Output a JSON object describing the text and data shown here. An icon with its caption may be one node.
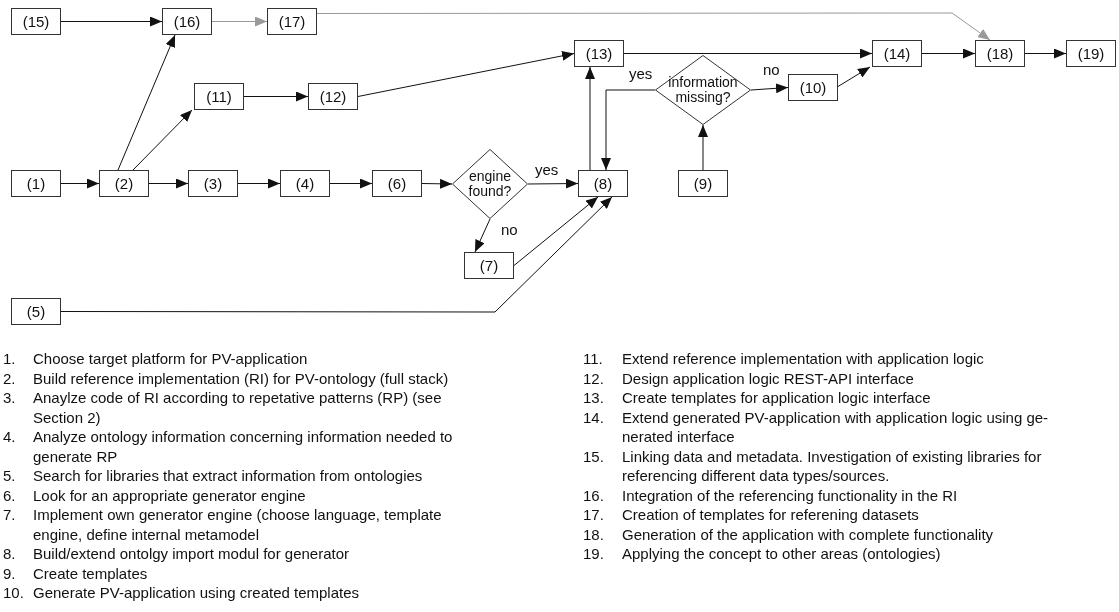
{
  "diagram": {
    "nodes": [
      {
        "text": [
          "(15)"
        ]
      },
      {
        "text": [
          "(16)"
        ]
      },
      {
        "text": [
          "(17)"
        ]
      },
      {
        "text": [
          "(13)"
        ]
      },
      {
        "text": [
          "(14)"
        ]
      },
      {
        "text": [
          "(18)"
        ]
      },
      {
        "text": [
          "(19)"
        ]
      },
      {
        "text": [
          "(11)"
        ]
      },
      {
        "text": [
          "(12)"
        ]
      },
      {
        "text": [
          "information missing?"
        ]
      },
      {
        "text": [
          "(10)"
        ]
      },
      {
        "text": [
          "(1)"
        ]
      },
      {
        "text": [
          "(2)"
        ]
      },
      {
        "text": [
          "(3)"
        ]
      },
      {
        "text": [
          "(4)"
        ]
      },
      {
        "text": [
          "(6)"
        ]
      },
      {
        "text": [
          "engine found?"
        ]
      },
      {
        "text": [
          "(8)"
        ]
      },
      {
        "text": [
          "(9)"
        ]
      },
      {
        "text": [
          "(7)"
        ]
      },
      {
        "text": [
          "(5)"
        ]
      }
    ],
    "edges": [
      {
        "from": 0,
        "to": 1,
        "arrow": "to"
      },
      {
        "from": 1,
        "to": 2,
        "arrow": "to",
        "color": "#999999"
      },
      {
        "from": 2,
        "to": 5,
        "arrow": "to",
        "color": "#999999"
      },
      {
        "from": 12,
        "to": 1,
        "arrow": "to"
      },
      {
        "from": 12,
        "to": 7,
        "arrow": "to"
      },
      {
        "from": 7,
        "to": 8,
        "arrow": "to"
      },
      {
        "from": 8,
        "to": 3,
        "arrow": "to"
      },
      {
        "from": 3,
        "to": 4,
        "arrow": "to"
      },
      {
        "from": 4,
        "to": 5,
        "arrow": "to"
      },
      {
        "from": 5,
        "to": 6,
        "arrow": "to"
      },
      {
        "from": 10,
        "to": 4,
        "arrow": "to"
      },
      {
        "from": 9,
        "to": 10,
        "arrow": "to",
        "label": "no"
      },
      {
        "from": 9,
        "to": 17,
        "arrow": "to",
        "label": "yes"
      },
      {
        "from": 17,
        "to": 3,
        "arrow": "to"
      },
      {
        "from": 18,
        "to": 9,
        "arrow": "to"
      },
      {
        "from": 11,
        "to": 12,
        "arrow": "to"
      },
      {
        "from": 12,
        "to": 13,
        "arrow": "to"
      },
      {
        "from": 13,
        "to": 14,
        "arrow": "to"
      },
      {
        "from": 14,
        "to": 15,
        "arrow": "to"
      },
      {
        "from": 15,
        "to": 16,
        "arrow": "to"
      },
      {
        "from": 16,
        "to": 17,
        "arrow": "to",
        "label": "yes"
      },
      {
        "from": 16,
        "to": 19,
        "arrow": "to",
        "label": "no"
      },
      {
        "from": 19,
        "to": 17,
        "arrow": "to"
      },
      {
        "from": 20,
        "to": 17,
        "arrow": "to"
      }
    ],
    "labels": [
      "1.",
      "Choose target platform for PV-application",
      "2.",
      "Build reference implementation (RI) for PV-ontology (full stack)",
      "3.",
      "Anaylze code of RI according to repetative patterns (RP) (see Section 2)",
      "4.",
      "Analyze ontology information concerning information needed to generate RP",
      "5.",
      "Search for libraries that extract information from ontologies",
      "6.",
      "Look for an appropriate generator engine",
      "7.",
      "Implement own generator engine (choose language, template engine, define internal metamodel",
      "8.",
      "Build/extend ontolgy import modul for generator",
      "9.",
      "Create templates",
      "10.",
      "Generate PV-application using created templates",
      "11.",
      "Extend reference implementation with application logic",
      "12.",
      "Design application logic REST-API interface",
      "13.",
      "Create templates for application logic interface",
      "14.",
      "Extend generated PV-application with application logic using ge-nerated interface",
      "15.",
      "Linking data and metadata. Investigation of existing libraries for referencing different data types/sources.",
      "16.",
      "Integration of the referencing functionality in the RI",
      "17.",
      "Creation of templates for referening datasets",
      "18.",
      "Generation of the application with complete functionality",
      "19.",
      "Applying the concept to other areas (ontologies)"
    ]
  }
}
